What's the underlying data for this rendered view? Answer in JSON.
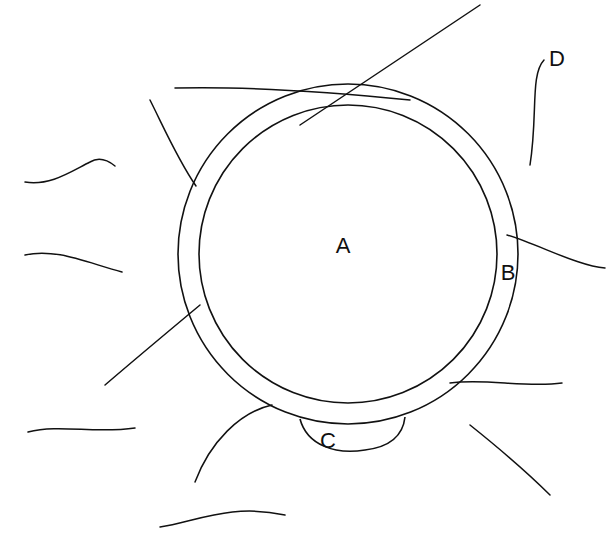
{
  "diagram": {
    "nodes": [
      {
        "text": [
          "B"
        ]
      },
      {
        "text": [
          "A"
        ],
        "in": 0
      },
      {
        "text": [
          "C"
        ]
      }
    ],
    "labels": [
      "D"
    ]
  }
}
